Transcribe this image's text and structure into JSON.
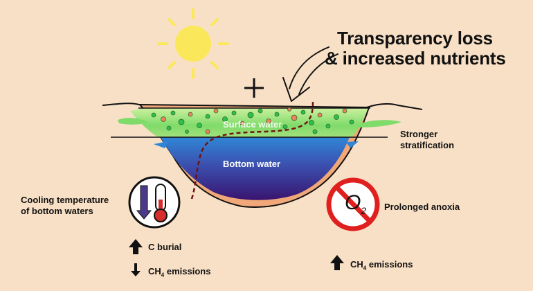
{
  "title_line1": "Transparency loss",
  "title_line2": "& increased nutrients",
  "plus_sign": "+",
  "surface_water": "Surface water",
  "bottom_water": "Bottom water",
  "stratification_line1": "Stronger",
  "stratification_line2": "stratification",
  "cooling_line1": "Cooling temperature",
  "cooling_line2": "of bottom waters",
  "anoxia": "Prolonged anoxia",
  "c_burial": "C burial",
  "ch4_prefix": "CH",
  "ch4_sub": "4",
  "emissions": " emissions",
  "o2_symbol": "O",
  "o2_sub": "2",
  "colors": {
    "background": "#f8e0c6",
    "sun": "#fbe85a",
    "surface_green": "#8fe07a",
    "bottom_deep": "#3a1470",
    "bottom_top": "#2f86d6",
    "sediment": "#f0a878",
    "no_sign": "#e0201f",
    "profile_line": "#6e1414"
  },
  "icons": [
    "sun-icon",
    "thermometer-icon",
    "no-oxygen-icon",
    "arrow-up-icon",
    "arrow-down-icon"
  ]
}
